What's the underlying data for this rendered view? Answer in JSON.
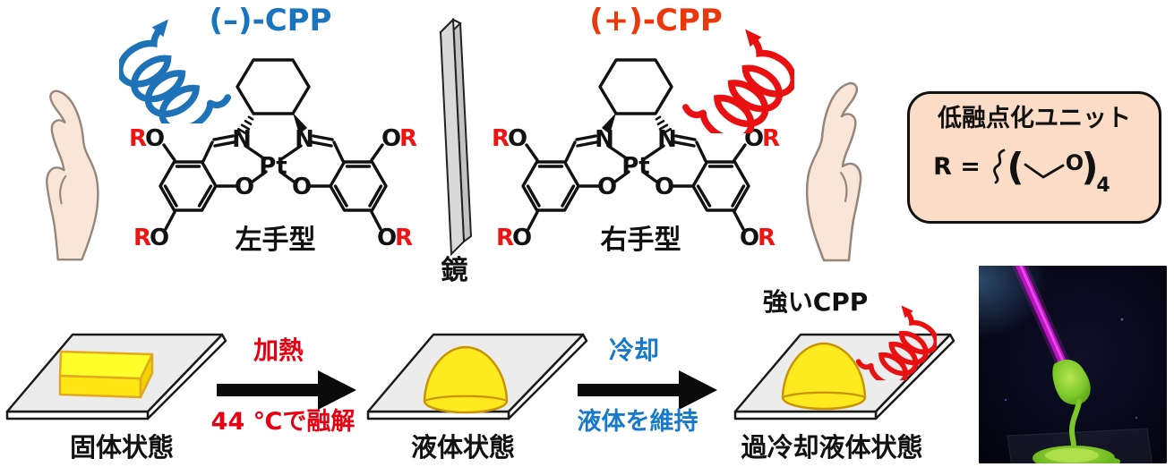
{
  "enantiomers": {
    "mirror_label": "鏡",
    "left": {
      "cpp_label": "(–)-CPP",
      "hand_label": "左手型"
    },
    "right": {
      "cpp_label": "(+)-CPP",
      "hand_label": "右手型"
    }
  },
  "atoms": {
    "R": "R",
    "O": "O",
    "N": "N",
    "Pt": "Pt"
  },
  "unit_box": {
    "title": "低融点化ユニット",
    "r_equals": "R =",
    "open_paren": "(",
    "oxygen": "O",
    "close_paren": ")",
    "repeat_subscript": "4"
  },
  "process": {
    "steps": [
      {
        "label": "固体状態"
      },
      {
        "label": "液体状態"
      },
      {
        "label": "過冷却液体状態",
        "note": "強いCPP"
      }
    ],
    "arrows": [
      {
        "top": "加熱",
        "bottom": "44 ℃で融解"
      },
      {
        "top": "冷却",
        "bottom": "液体を維持"
      }
    ]
  },
  "colors": {
    "cpp_left_blue": "#1B74BE",
    "cpp_right_red": "#E8380C",
    "spiral_blue": "#1D72B8",
    "spiral_red": "#E81010",
    "heat_red": "#E60012",
    "cool_blue": "#1779C9",
    "atom_r_red": "#EE1414",
    "unit_box_fill": "#FBDCC6",
    "sample_yellow": "#FFE91F"
  }
}
